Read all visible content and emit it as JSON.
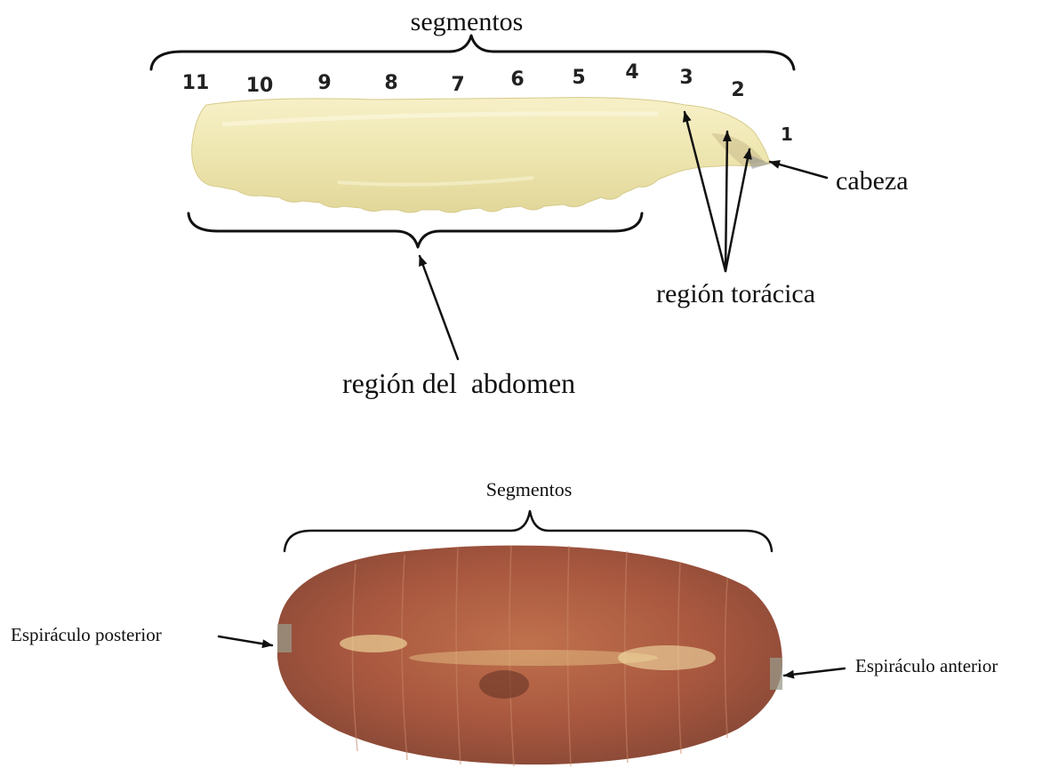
{
  "larva": {
    "segments_title": "segmentos",
    "segment_numbers": [
      "11",
      "10",
      "9",
      "8",
      "7",
      "6",
      "5",
      "4",
      "3",
      "2",
      "1"
    ],
    "head_label": "cabeza",
    "thorax_label": "región torácica",
    "abdomen_label": "región del  abdomen",
    "body_color": "#efe7b2"
  },
  "pupa": {
    "segments_title": "Segmentos",
    "posterior_label": "Espiráculo posterior",
    "anterior_label": "Espiráculo anterior",
    "body_color": "#a8573f"
  }
}
